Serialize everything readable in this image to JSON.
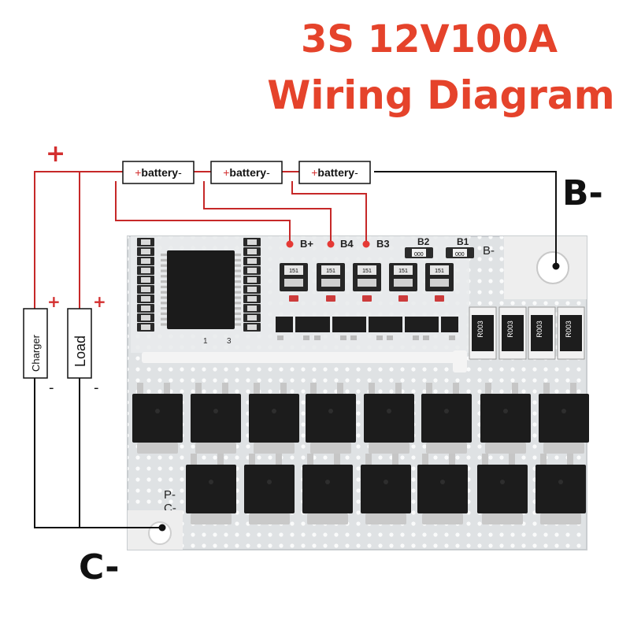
{
  "title_line1": "3S 12V100A",
  "title_line2": "Wiring Diagram",
  "labels": {
    "plus": "+",
    "minus": "-",
    "b_minus": "B-",
    "c_minus": "C-",
    "charger": "Charger",
    "load": "Load",
    "battery_plus": "+",
    "battery_text": "battery",
    "battery_minus": "-"
  },
  "board": {
    "pins": [
      "B+",
      "B4",
      "B3",
      "B2",
      "B1"
    ],
    "b_minus_pad": "B-",
    "p_minus": "P-",
    "c_minus_pad": "C-",
    "chip_marks": [
      "1",
      "3"
    ],
    "small_parts": [
      "151",
      "151",
      "151",
      "151",
      "151"
    ],
    "b2_cap": "000",
    "b1_cap": "000",
    "shunts": [
      "R003",
      "R003",
      "R003",
      "R003"
    ]
  },
  "colors": {
    "title": "#e5432b",
    "wire_red": "#c62828",
    "wire_black": "#111111",
    "pcb": "#e7e9ea",
    "mosfet": "#1c1c1c"
  }
}
